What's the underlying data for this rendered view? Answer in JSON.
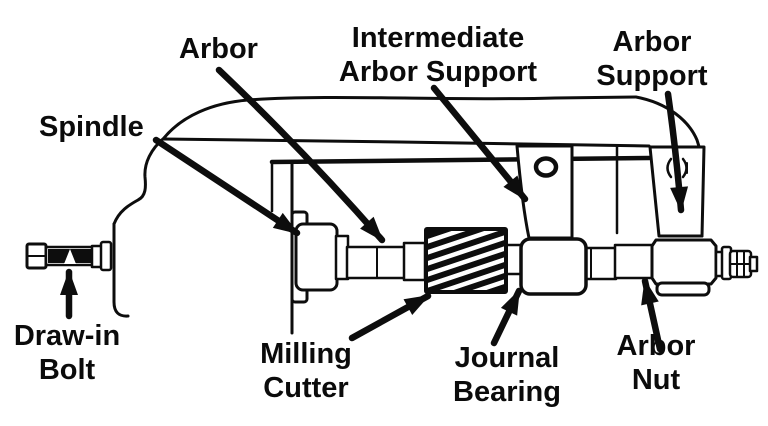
{
  "canvas": {
    "background": "#ffffff",
    "ink": "#0d0d0d"
  },
  "labels": {
    "spindle": {
      "text": "Spindle"
    },
    "arbor": {
      "text": "Arbor"
    },
    "intermediate_arbor_support": {
      "line1": "Intermediate",
      "line2": "Arbor Support"
    },
    "arbor_support": {
      "line1": "Arbor",
      "line2": "Support"
    },
    "draw_in_bolt": {
      "line1": "Draw-in",
      "line2": "Bolt"
    },
    "milling_cutter": {
      "line1": "Milling",
      "line2": "Cutter"
    },
    "journal_bearing": {
      "line1": "Journal",
      "line2": "Bearing"
    },
    "arbor_nut": {
      "line1": "Arbor",
      "line2": "Nut"
    }
  }
}
